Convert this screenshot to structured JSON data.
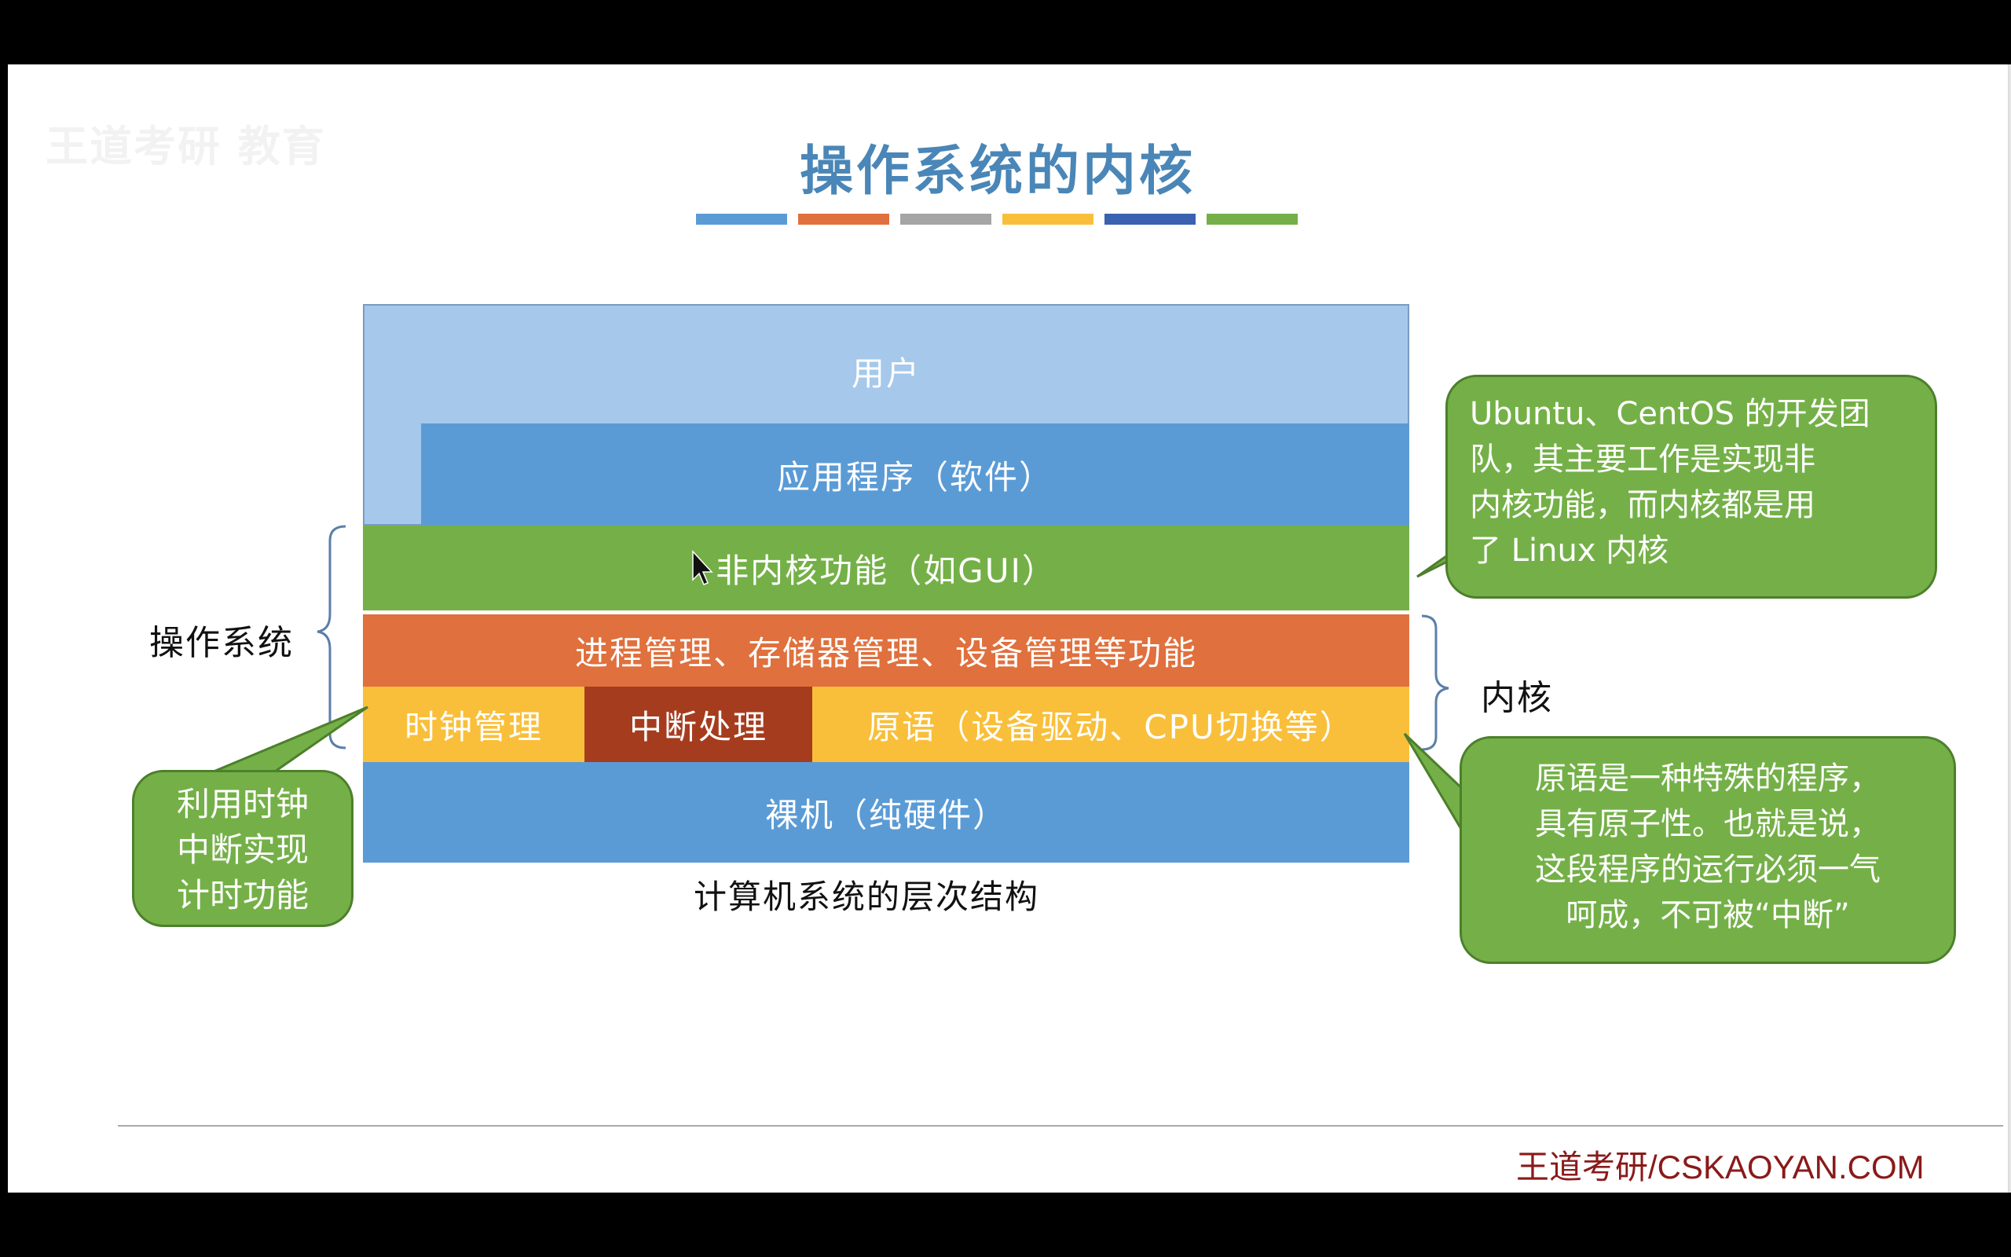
{
  "slide": {
    "watermark": "王道考研 教育",
    "title": "操作系统的内核",
    "title_bar_colors": [
      "#5b9bd5",
      "#e0703d",
      "#a5a5a5",
      "#f9bf3a",
      "#3a62b0",
      "#74b047"
    ]
  },
  "diagram": {
    "layers": {
      "user": "用户",
      "app": "应用程序（软件）",
      "nonkernel": "非内核功能（如GUI）",
      "process": "进程管理、存储器管理、设备管理等功能",
      "clock": "时钟管理",
      "interrupt": "中断处理",
      "primitive": "原语（设备驱动、CPU切换等）",
      "bare": "裸机（纯硬件）"
    },
    "caption": "计算机系统的层次结构",
    "os_label": "操作系统",
    "kernel_label": "内核"
  },
  "callouts": {
    "distro": [
      "Ubuntu、CentOS 的开发团",
      "队，其主要工作是实现非",
      "内核功能，而内核都是用",
      "了 Linux 内核"
    ],
    "clock": [
      "利用时钟",
      "中断实现",
      "计时功能"
    ],
    "primitive": [
      "原语是一种特殊的程序，",
      "具有原子性。也就是说，",
      "这段程序的运行必须一气",
      "呵成，不可被“中断”"
    ]
  },
  "footer": "王道考研/CSKAOYAN.COM"
}
